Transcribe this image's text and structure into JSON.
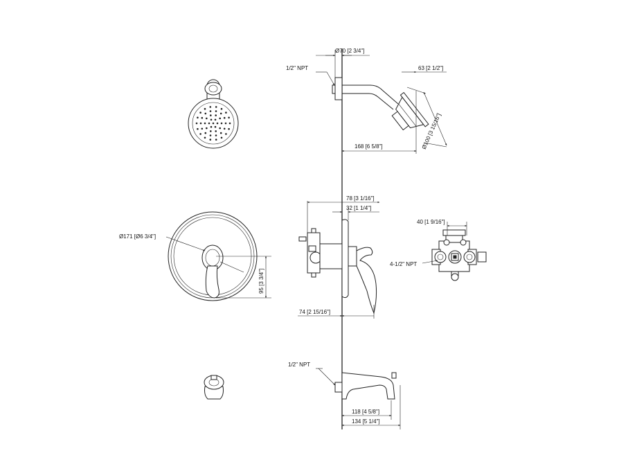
{
  "dimensions": {
    "arm_flange_dia": "Ø70 [2 3/4\"]",
    "arm_npt": "1/2\" NPT",
    "head_depth": "63 [2 1/2\"]",
    "head_dia": "Ø100 [3 15/16\"]",
    "arm_reach": "168 [6 5/8\"]",
    "valve_depth_total": "78 [3 1/16\"]",
    "valve_depth_trim": "32 [1 1/4\"]",
    "escutcheon_dia": "Ø171 [Ø6 3/4\"]",
    "handle_drop": "95 [3 3/4\"]",
    "handle_reach": "74 [2 15/16\"]",
    "valve_body_width": "40 [1 9/16\"]",
    "valve_ports": "4-1/2\" NPT",
    "spout_npt": "1/2\" NPT",
    "spout_reach_a": "118 [4 5/8\"]",
    "spout_reach_b": "134 [5 1/4\"]"
  }
}
